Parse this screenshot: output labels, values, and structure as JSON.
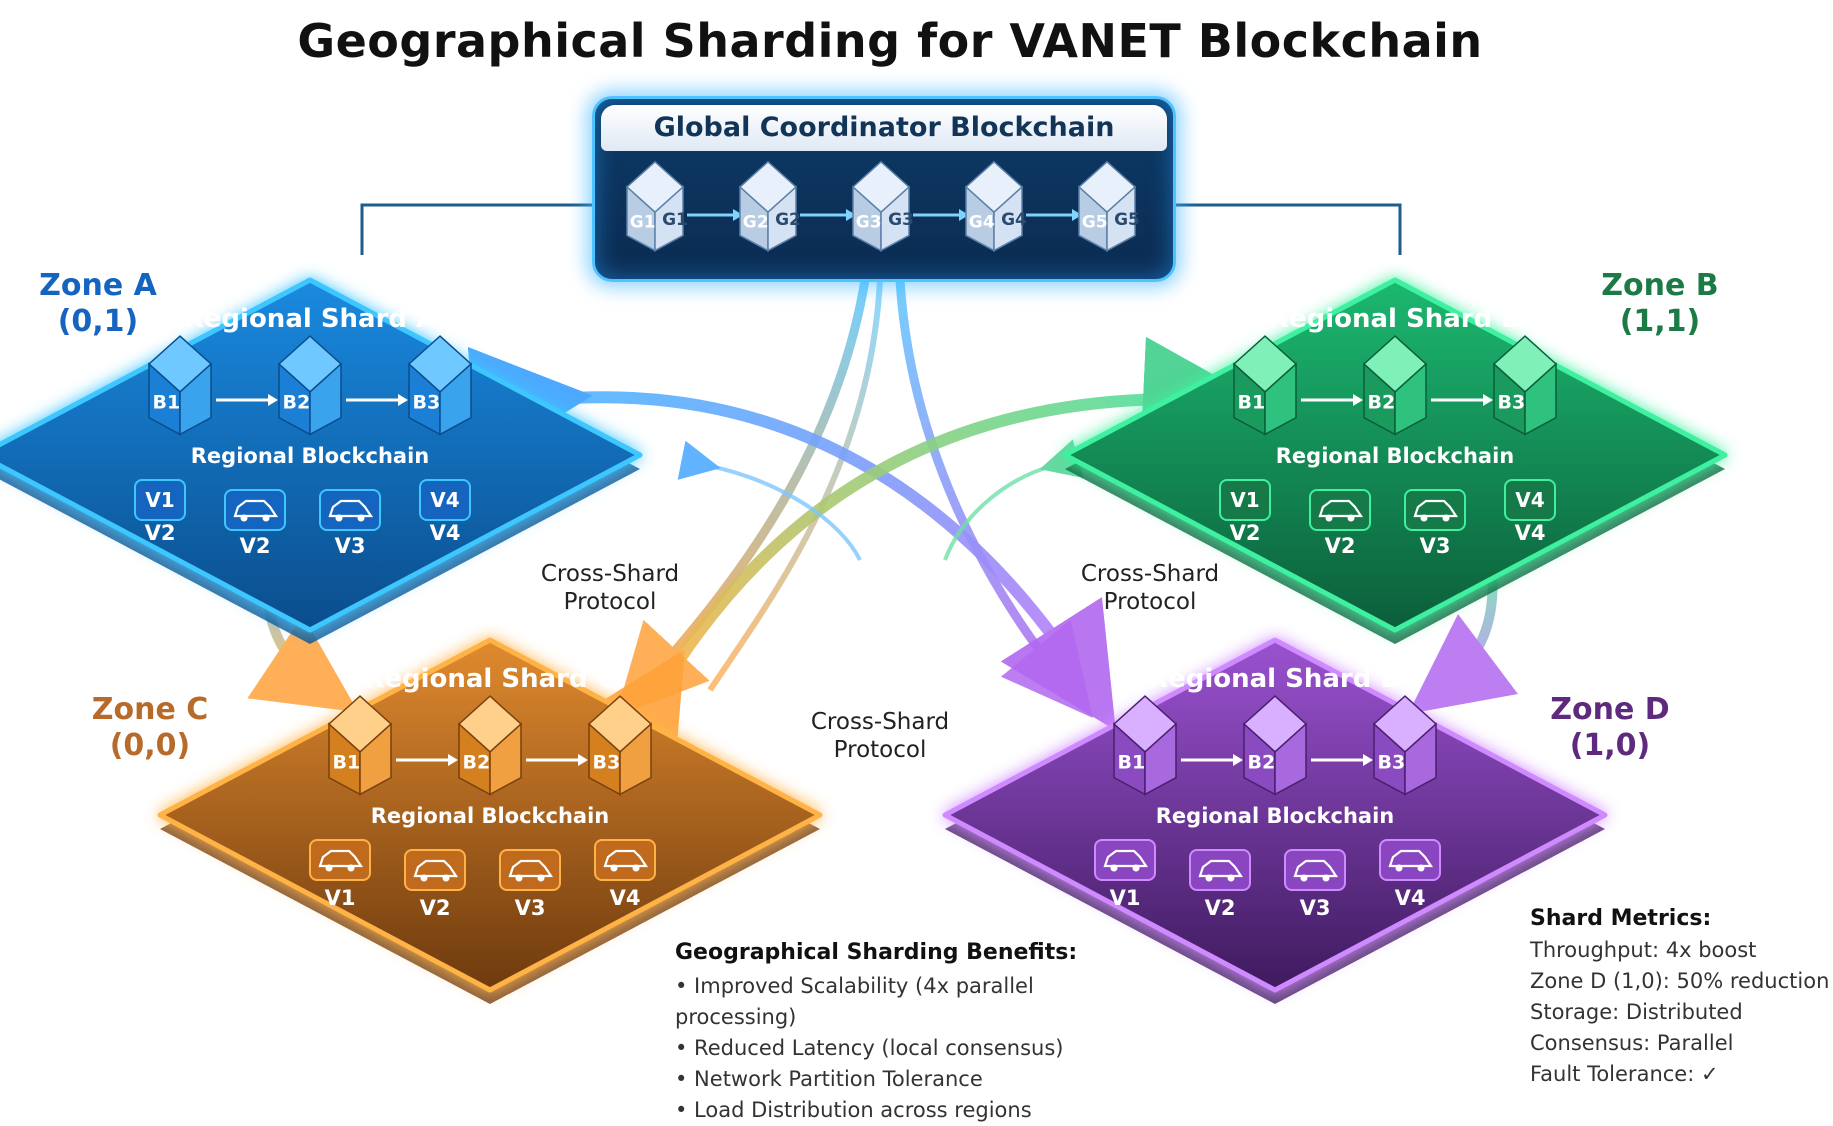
{
  "title": "Geographical Sharding for VANET Blockchain",
  "global": {
    "title": "Global Coordinator Blockchain",
    "blocks": [
      "G1",
      "G2",
      "G3",
      "G4",
      "G5"
    ],
    "color": "#4fc3ff"
  },
  "zones": [
    {
      "key": "a",
      "name": "Zone A",
      "coords": "(0,1)",
      "shard": "Regional Shard A",
      "color": "#1e88e5",
      "label_color": "#1565c0"
    },
    {
      "key": "b",
      "name": "Zone B",
      "coords": "(1,1)",
      "shard": "Regional Shard B",
      "color": "#19b36b",
      "label_color": "#1b7a45"
    },
    {
      "key": "c",
      "name": "Zone C",
      "coords": "(0,0)",
      "shard": "Regional Shard C",
      "color": "#f28c28",
      "label_color": "#b86a2a"
    },
    {
      "key": "d",
      "name": "Zone D",
      "coords": "(1,0)",
      "shard": "Regional Shard D",
      "color": "#9c4dcc",
      "label_color": "#5e2a7e"
    }
  ],
  "regional_blocks": [
    "B1",
    "B2",
    "B3"
  ],
  "regional_blockchain_label": "Regional Blockchain",
  "vehicles": {
    "a": {
      "tags": [
        "V1",
        "V4"
      ],
      "labels": [
        "V2",
        "V2",
        "V3",
        "V4"
      ]
    },
    "b": {
      "tags": [
        "V1",
        "V4"
      ],
      "labels": [
        "V2",
        "V2",
        "V3",
        "V4"
      ]
    },
    "c": {
      "labels": [
        "V1",
        "V2",
        "V3",
        "V4"
      ]
    },
    "d": {
      "labels": [
        "V1",
        "V2",
        "V3",
        "V4"
      ]
    }
  },
  "cross_shard": [
    "Cross-Shard",
    "Protocol"
  ],
  "benefits": {
    "title": "Geographical Sharding Benefits:",
    "items": [
      "• Improved Scalability (4x parallel processing)",
      "• Reduced Latency (local consensus)",
      "• Network Partition Tolerance",
      "• Load Distribution across regions"
    ]
  },
  "metrics": {
    "title": "Shard Metrics:",
    "items": [
      "Throughput: 4x boost",
      "Zone D (1,0): 50% reduction",
      "Storage: Distributed",
      "Consensus: Parallel",
      "Fault Tolerance: ✓"
    ]
  }
}
